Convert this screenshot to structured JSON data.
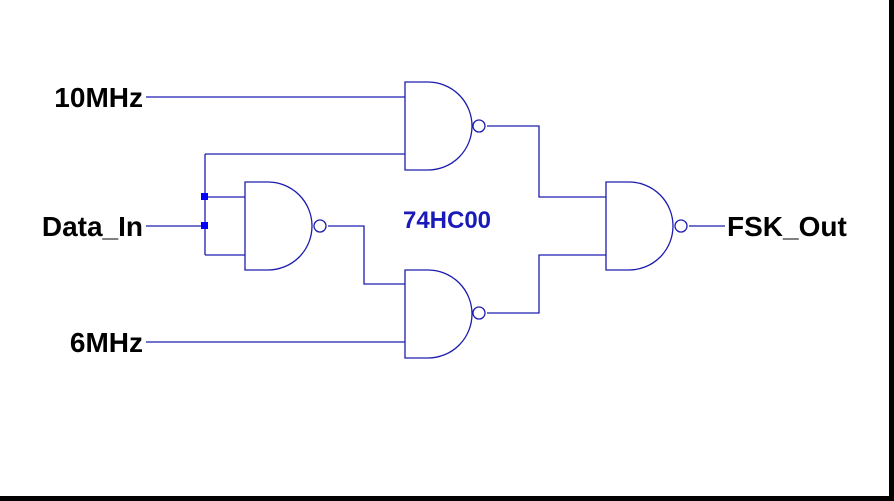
{
  "inputs": {
    "clk_high": "10MHz",
    "data": "Data_In",
    "clk_low": "6MHz"
  },
  "output": "FSK_Out",
  "chip_label": "74HC00",
  "colors": {
    "wire": "#1c1cb0",
    "gate": "#1c1cb0",
    "junction": "#0000ff",
    "label": "#000000",
    "chip_label": "#1a1ab8",
    "border": "#000000",
    "background": "#ffffff"
  }
}
